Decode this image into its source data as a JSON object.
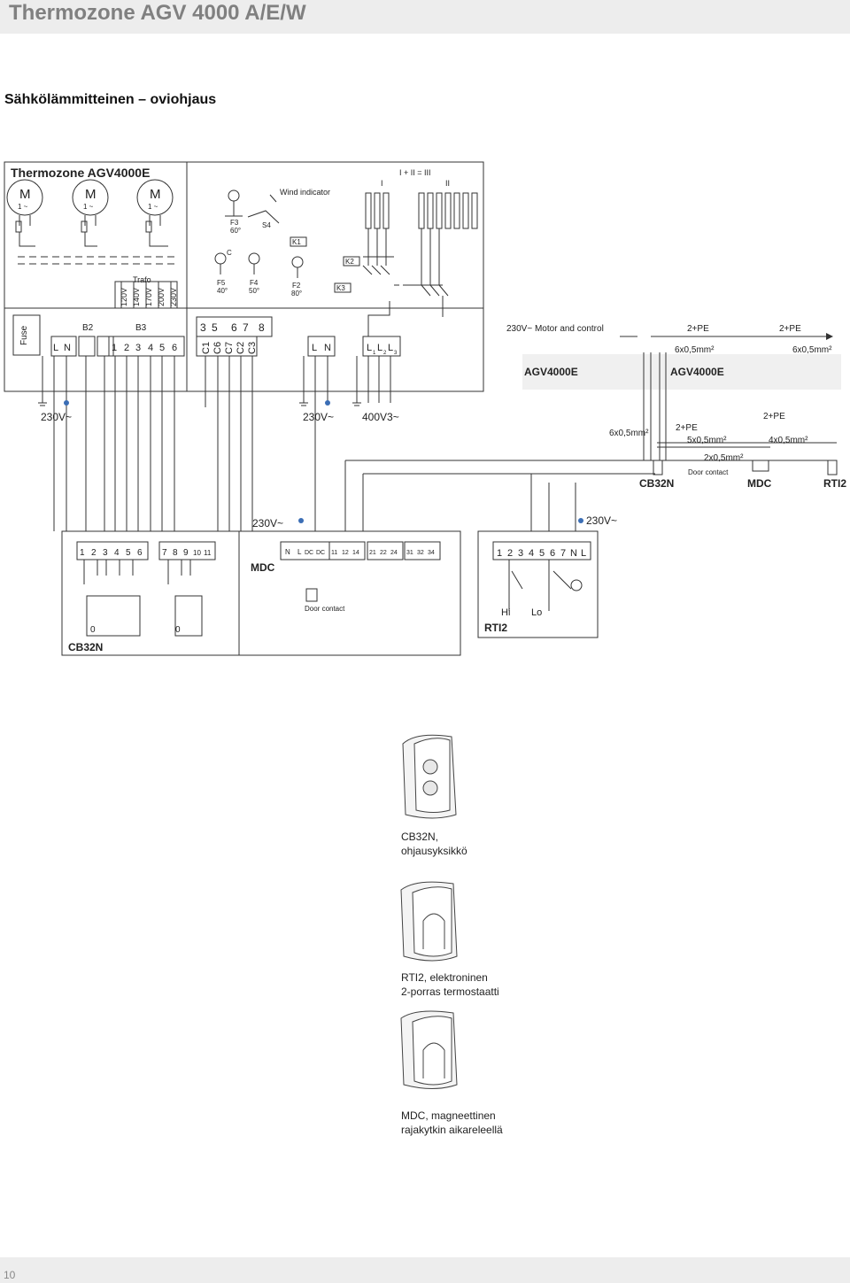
{
  "header": {
    "title": "Thermozone AGV 4000 A/E/W"
  },
  "section": {
    "title": "Sähkölämmitteinen – oviohjaus"
  },
  "footer": {
    "page_number": "10"
  },
  "diagram": {
    "unit_box_title": "Thermozone AGV4000E",
    "motors": [
      {
        "symbol": "M",
        "phase": "1 ~"
      },
      {
        "symbol": "M",
        "phase": "1 ~"
      },
      {
        "symbol": "M",
        "phase": "1 ~"
      }
    ],
    "trafo": {
      "label": "Trafo",
      "taps": [
        "120V",
        "140V",
        "170V",
        "200V",
        "230V"
      ]
    },
    "fuse": "Fuse",
    "blocks": {
      "b2": "B2",
      "b3": "B3"
    },
    "terminals": {
      "ln": [
        "L",
        "N"
      ],
      "nums": [
        "1",
        "2",
        "3",
        "4",
        "5",
        "6"
      ],
      "c_nums": [
        "3",
        "5",
        "6",
        "7",
        "8"
      ],
      "c_labels": [
        "C1",
        "C6",
        "C7",
        "C2",
        "C3"
      ],
      "ln2": [
        "L",
        "N"
      ],
      "l3": [
        "L",
        "L",
        "L"
      ],
      "l_subs": [
        "1",
        "2",
        "3"
      ]
    },
    "thermostats": {
      "f3": "F3",
      "f3_temp": "60°",
      "f5": "F5",
      "f5_temp": "40°",
      "f4": "F4",
      "f4_temp": "50°",
      "f2": "F2",
      "f2_temp": "80°"
    },
    "switch": "S4",
    "wind": "Wind indicator",
    "relays": [
      "K1",
      "K2",
      "K3"
    ],
    "heater_groups": {
      "group1": "I",
      "group2": "II",
      "equation": "I + II = III"
    },
    "supplies": [
      "230V~",
      "230V~",
      "400V3~",
      "230V~",
      "230V~"
    ],
    "right": {
      "motor_ctrl": "230V~ Motor and control",
      "pe1": "2+PE",
      "pe2": "2+PE",
      "c6a": "6x0,5mm²",
      "c6b": "6x0,5mm²",
      "agv1": "AGV4000E",
      "agv2": "AGV4000E",
      "c6c": "6x0,5mm²",
      "pe3": "2+PE",
      "pe4": "2+PE",
      "c5": "5x0,5mm²",
      "c4": "4x0,5mm²",
      "c2": "2x0,5mm²",
      "door": "Door contact",
      "cb32n": "CB32N",
      "mdc": "MDC",
      "rti2": "RTI2"
    },
    "lower": {
      "cb_terms": [
        "1",
        "2",
        "3",
        "4",
        "5",
        "6"
      ],
      "cb_terms2": [
        "7",
        "8",
        "9",
        "10",
        "11"
      ],
      "zero1": "0",
      "zero2": "0",
      "cb32n": "CB32N",
      "mdc_title": "MDC",
      "mdc_terms": [
        "N",
        "L",
        "DC",
        "DC",
        "11",
        "12",
        "14",
        "21",
        "22",
        "24",
        "31",
        "32",
        "34"
      ],
      "door": "Door contact",
      "rti_terms": [
        "1",
        "2",
        "3",
        "4",
        "5",
        "6",
        "7",
        "N",
        "L"
      ],
      "rti2": "RTI2",
      "hi": "Hi",
      "lo": "Lo"
    }
  },
  "products": [
    {
      "caption": [
        "CB32N,",
        "ohjausyksikkö"
      ]
    },
    {
      "caption": [
        "RTI2, elektroninen",
        "2-porras termostaatti"
      ]
    },
    {
      "caption": [
        "MDC, magneettinen",
        "rajakytkin aikareleellä"
      ]
    }
  ]
}
